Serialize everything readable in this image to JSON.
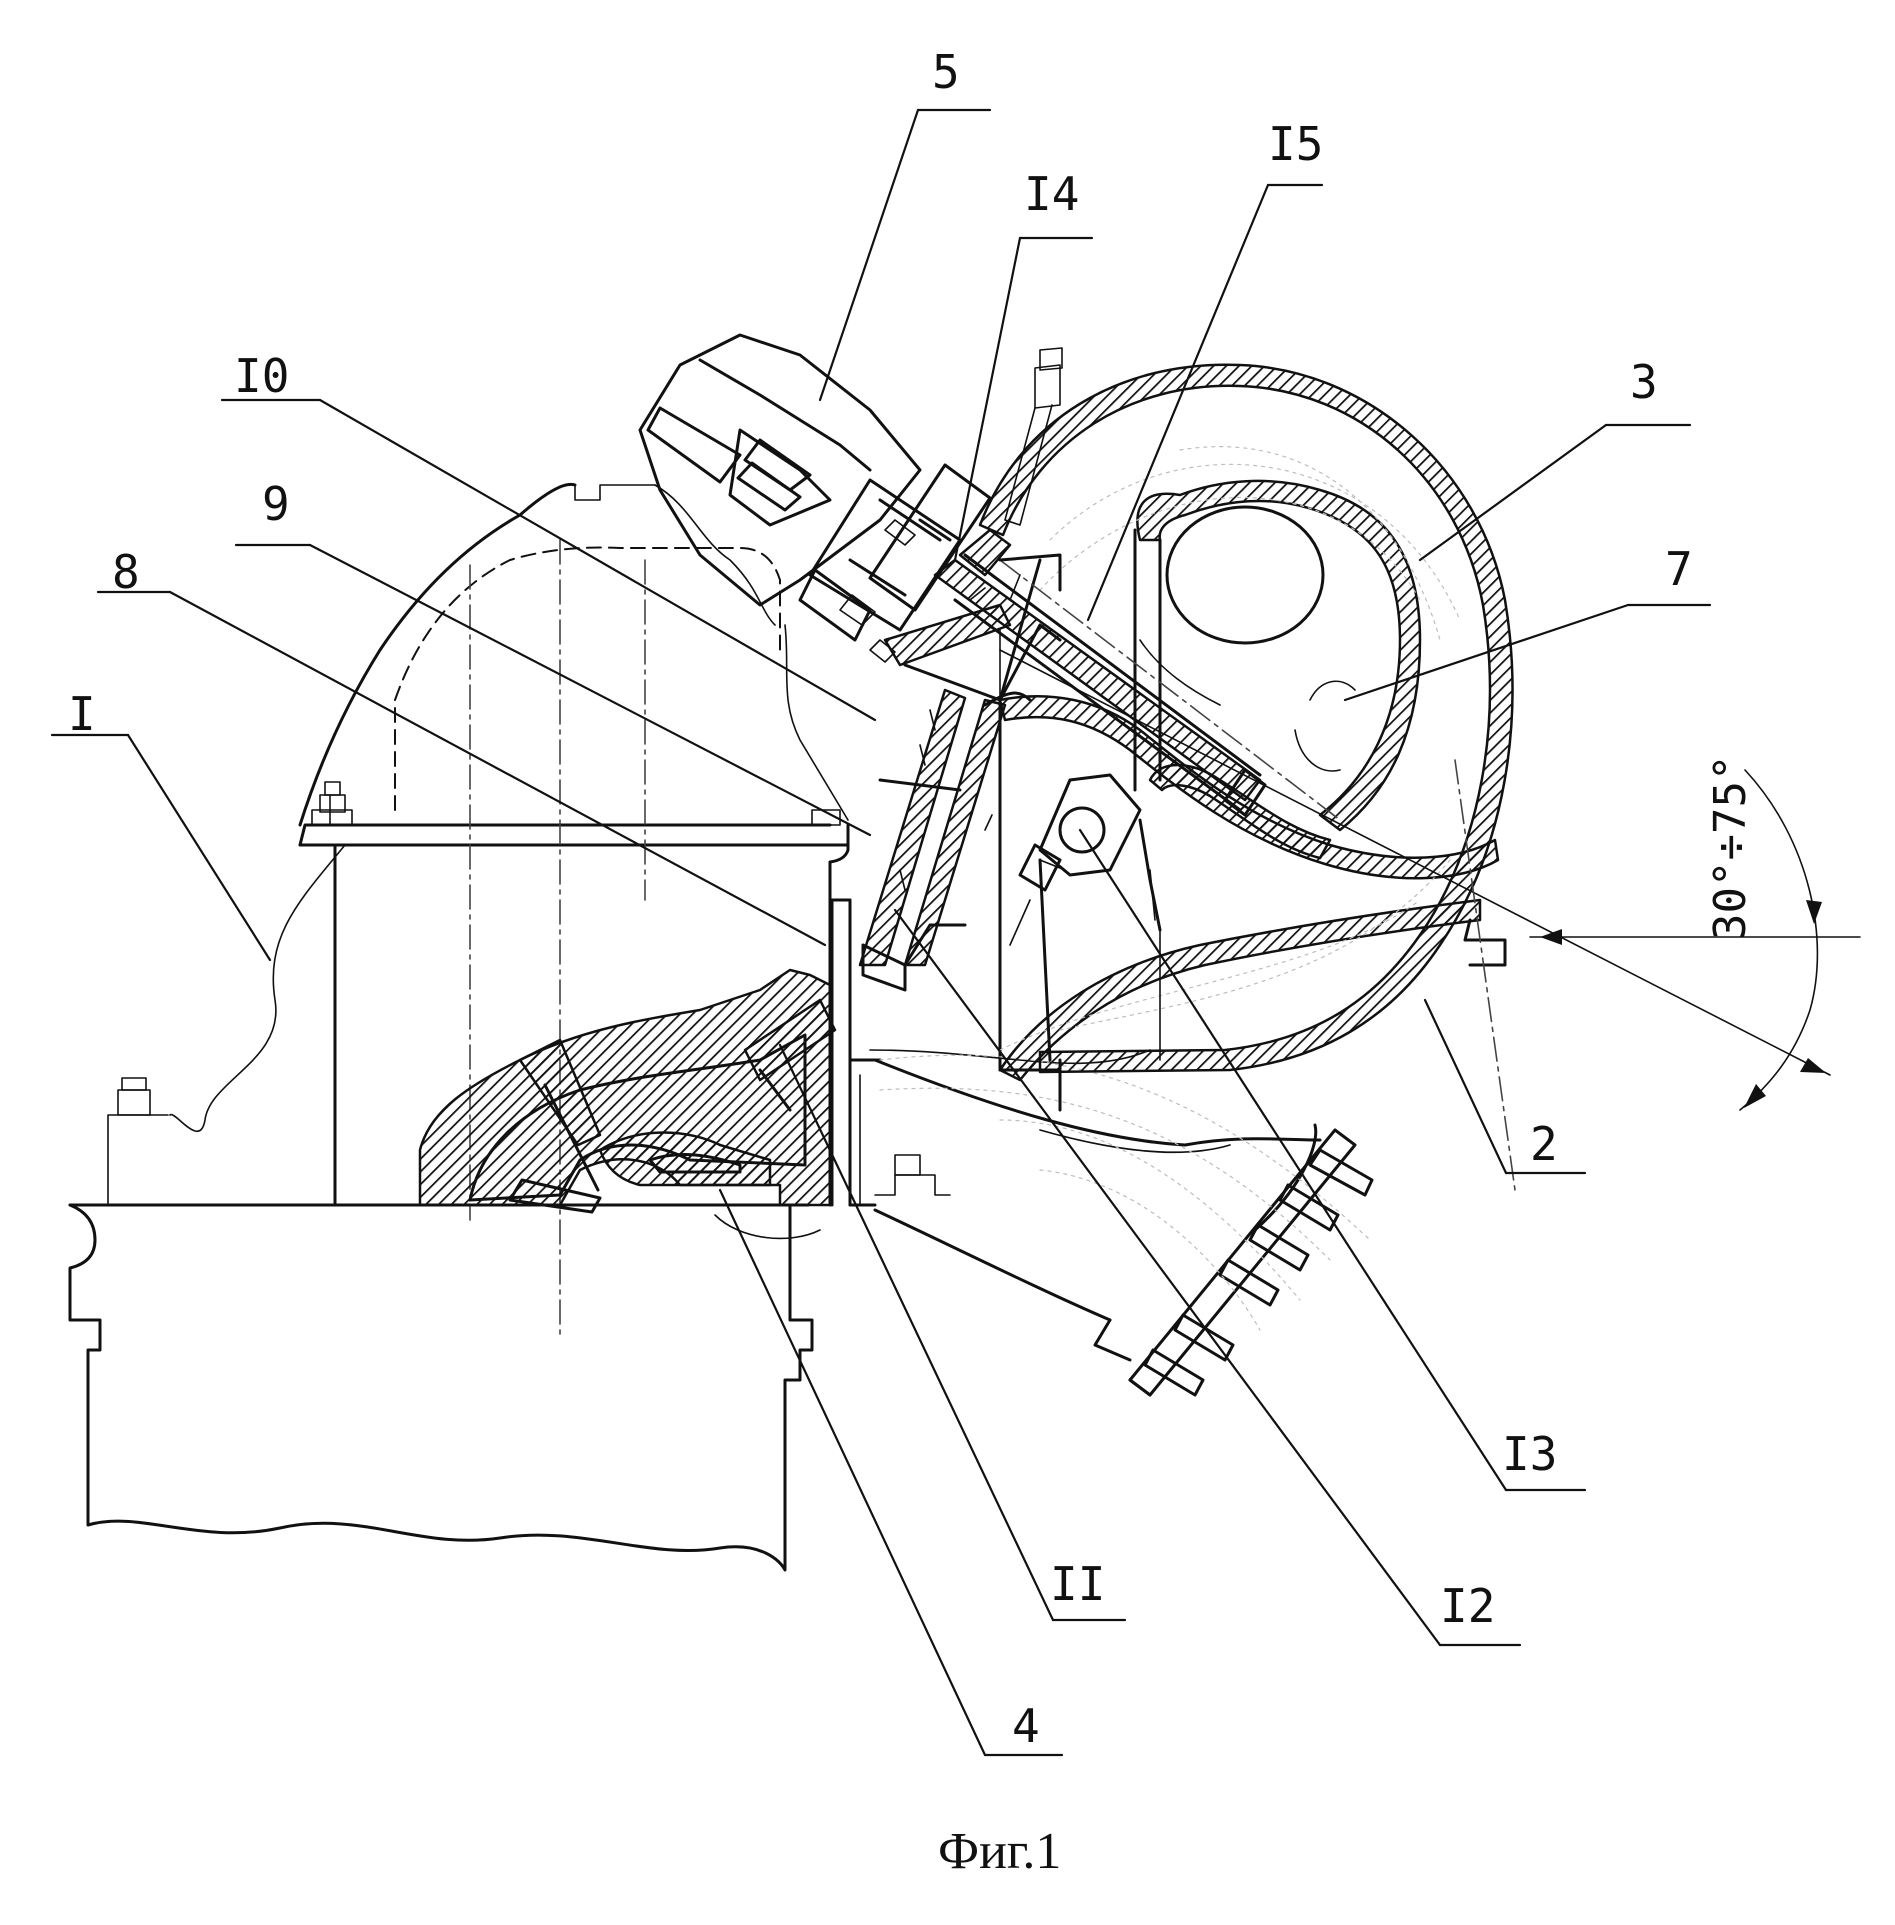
{
  "figure": {
    "caption": "Фиг.1",
    "angle_label": "30°÷75°"
  },
  "labels": {
    "l1": "I",
    "l2": "2",
    "l3": "3",
    "l4": "4",
    "l5": "5",
    "l7": "7",
    "l8": "8",
    "l9": "9",
    "l10": "I0",
    "l11": "II",
    "l12": "I2",
    "l13": "I3",
    "l14": "I4",
    "l15": "I5"
  }
}
